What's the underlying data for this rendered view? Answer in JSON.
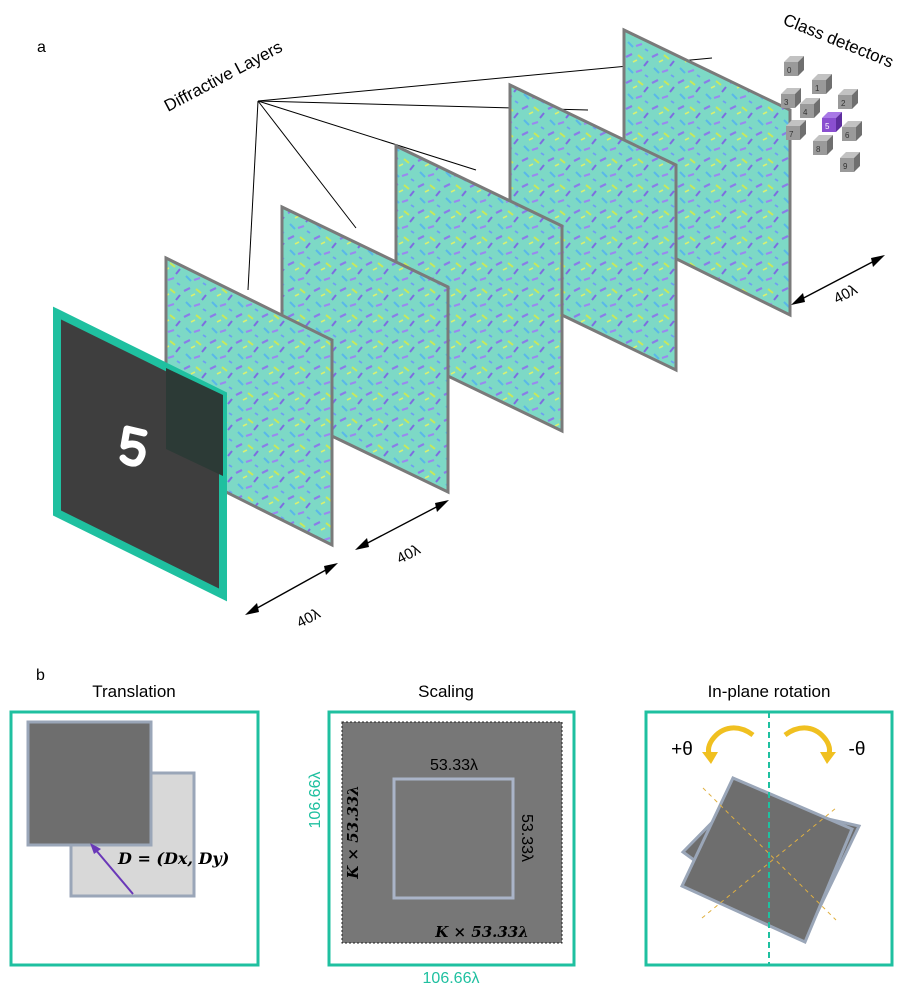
{
  "panel_a": {
    "label": "a",
    "diffractive_layers": "Diffractive Layers",
    "class_detectors": "Class detectors",
    "detector_digits": [
      "0",
      "1",
      "2",
      "3",
      "4",
      "5",
      "6",
      "7",
      "8",
      "9"
    ],
    "highlighted_detector": "5",
    "input_digit": "5",
    "spacing_labels": [
      "40λ",
      "40λ",
      "40λ"
    ],
    "colors": {
      "input_border": "#1fc0a0",
      "detector_highlight": "#8a4fd0",
      "layer_base": "#79d6c4"
    }
  },
  "panel_b": {
    "label": "b",
    "translation": {
      "title": "Translation",
      "formula": "D = (Dx, Dy)"
    },
    "scaling": {
      "title": "Scaling",
      "inner_top": "53.33λ",
      "inner_right": "53.33λ",
      "outer_left": "K × 53.33λ",
      "outer_bottom": "K × 53.33λ",
      "frame_left": "106.66λ",
      "frame_bottom": "106.66λ"
    },
    "rotation": {
      "title": "In-plane rotation",
      "plus_theta": "+θ",
      "minus_theta": "-θ"
    },
    "colors": {
      "frame": "#1fc0a0",
      "arrow": "#6a38b8",
      "rotate_arrow": "#f0c020"
    }
  }
}
